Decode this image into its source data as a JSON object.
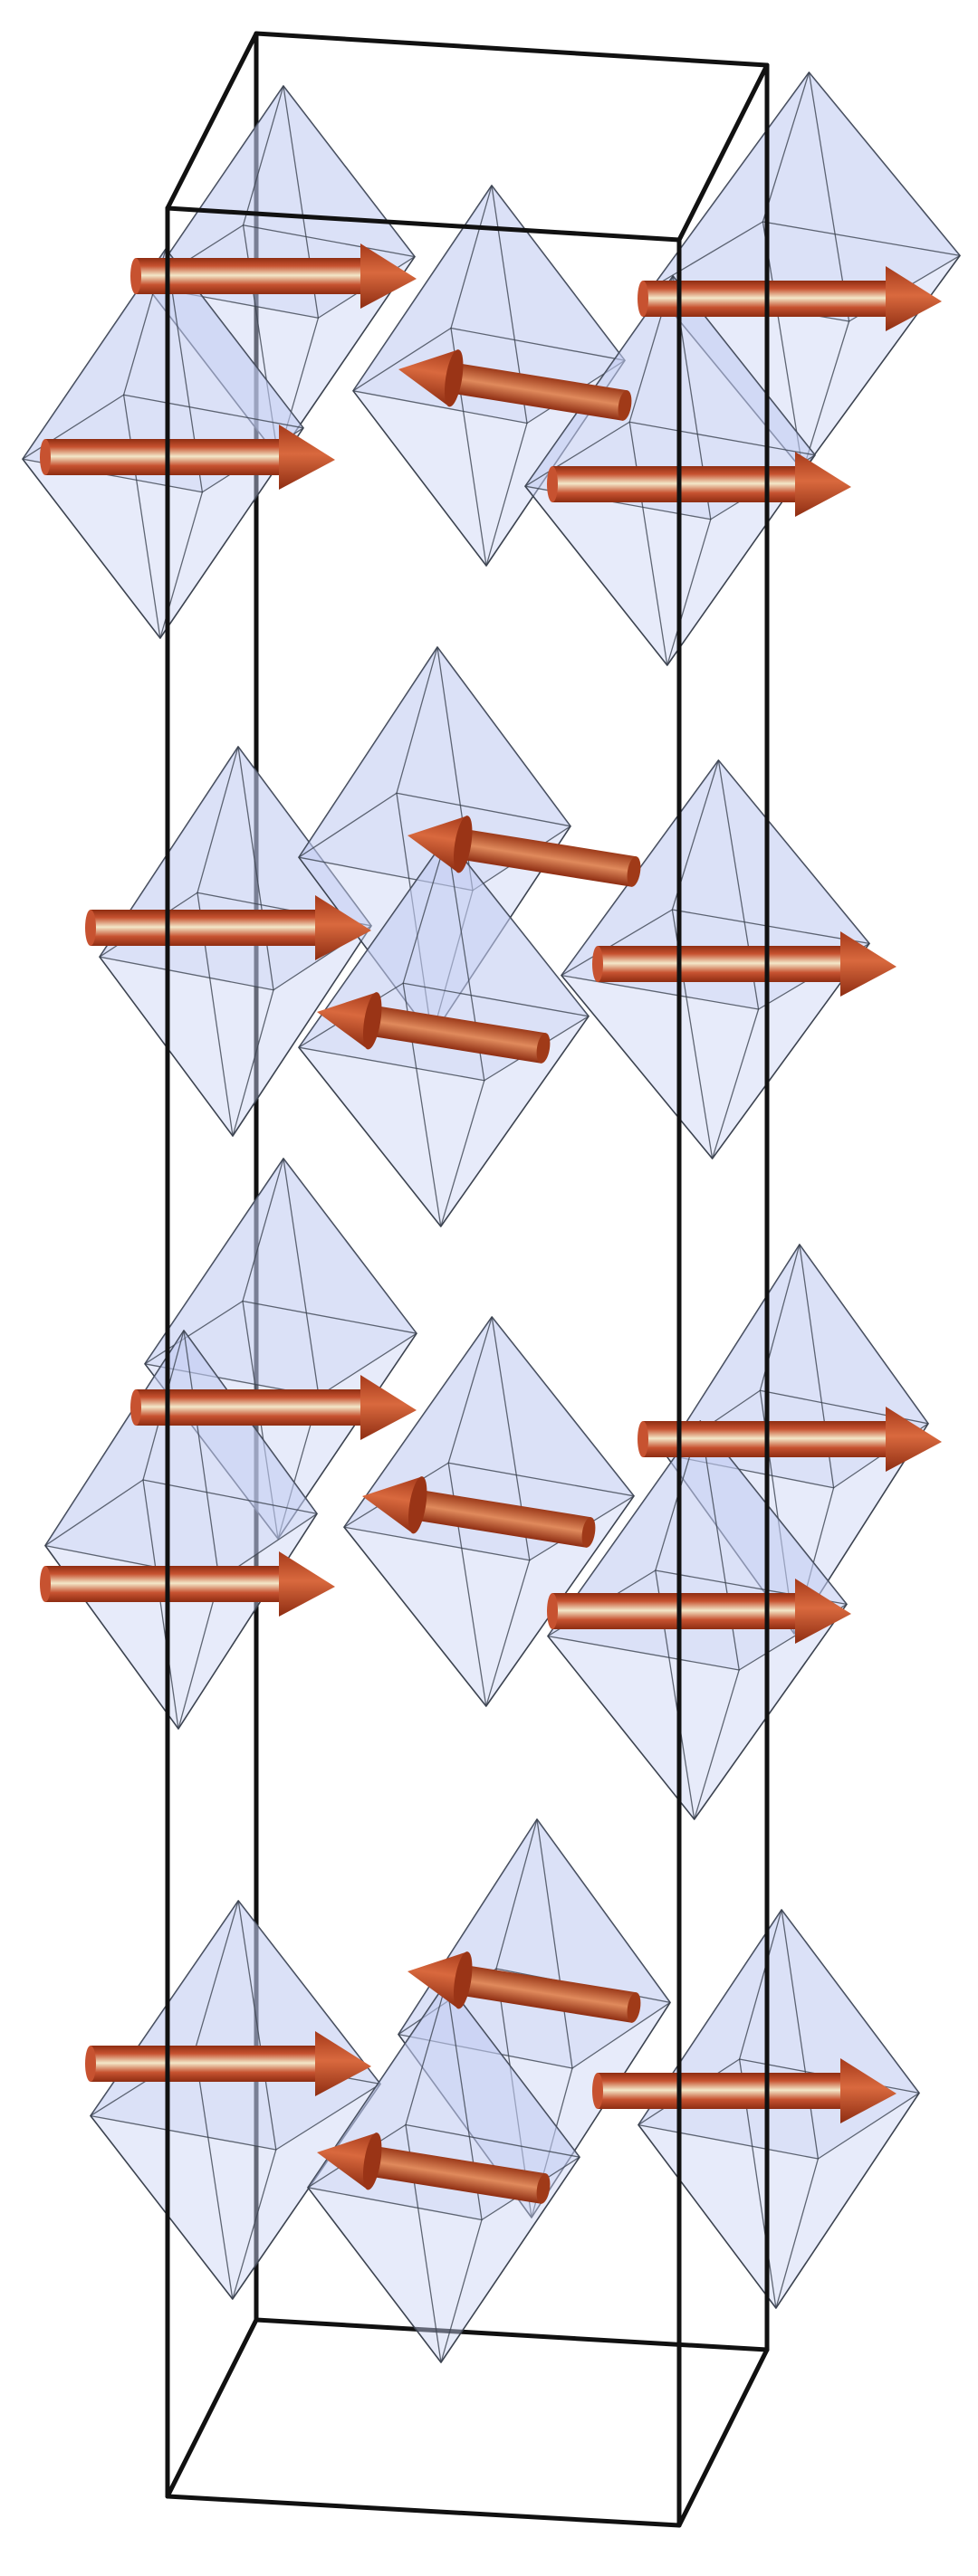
{
  "colors": {
    "background": "#ffffff",
    "cell_edge": "#111111",
    "octahedron_fill": "#c9d3f4",
    "octahedron_fill_opacity": 0.45,
    "octahedron_edge": "#3c4350",
    "arrow_dark": "#8e2d12",
    "arrow_mid": "#c75230",
    "arrow_light": "#f3e7c8",
    "arrow_head": "#b84a2a"
  },
  "spins": [
    {
      "layer": 1,
      "direction": "right"
    },
    {
      "layer": 1,
      "direction": "right"
    },
    {
      "layer": 1,
      "direction": "left"
    },
    {
      "layer": 1,
      "direction": "right"
    },
    {
      "layer": 1,
      "direction": "right"
    },
    {
      "layer": 2,
      "direction": "left"
    },
    {
      "layer": 2,
      "direction": "right"
    },
    {
      "layer": 2,
      "direction": "right"
    },
    {
      "layer": 2,
      "direction": "left"
    },
    {
      "layer": 3,
      "direction": "right"
    },
    {
      "layer": 3,
      "direction": "right"
    },
    {
      "layer": 3,
      "direction": "left"
    },
    {
      "layer": 3,
      "direction": "right"
    },
    {
      "layer": 3,
      "direction": "right"
    },
    {
      "layer": 4,
      "direction": "left"
    },
    {
      "layer": 4,
      "direction": "right"
    },
    {
      "layer": 4,
      "direction": "right"
    },
    {
      "layer": 4,
      "direction": "left"
    }
  ]
}
